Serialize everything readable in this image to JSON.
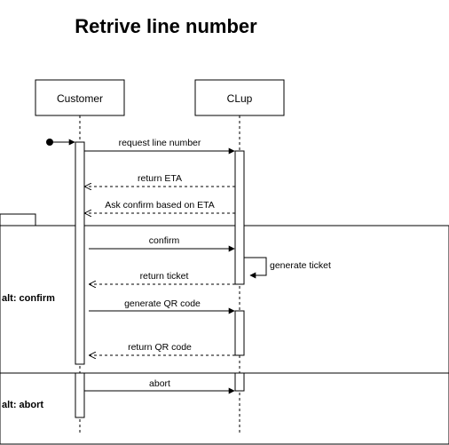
{
  "title": "Retrive line number",
  "participants": {
    "customer": "Customer",
    "clup": "CLup"
  },
  "messages": {
    "request_line_number": "request line number",
    "return_eta": "return ETA",
    "ask_confirm": "Ask confirm based on ETA",
    "confirm": "confirm",
    "generate_ticket": "generate ticket",
    "return_ticket": "return ticket",
    "generate_qr": "generate QR code",
    "return_qr": "return QR code",
    "abort": "abort"
  },
  "fragments": {
    "alt_confirm": "alt: confirm",
    "alt_abort": "alt: abort"
  }
}
